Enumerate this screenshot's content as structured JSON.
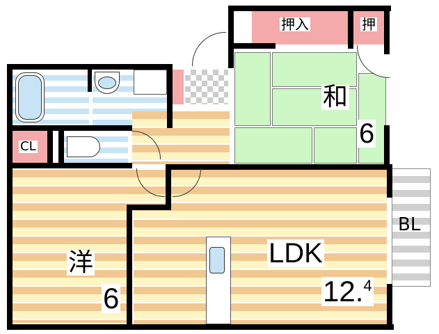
{
  "floorplan": {
    "rooms": {
      "washitsu": {
        "name": "和",
        "size": "6"
      },
      "yoshitsu": {
        "name": "洋",
        "size": "6"
      },
      "ldk": {
        "name": "LDK",
        "size": "12.",
        "size_decimal": "4"
      },
      "balcony": {
        "name": "BL"
      },
      "closet": {
        "name": "CL"
      },
      "oshiire_large": {
        "name": "押入"
      },
      "oshiire_small": {
        "name": "押"
      }
    },
    "colors": {
      "wall": "#000000",
      "wood_dark": "#f2c892",
      "wood_light": "#fdf5c4",
      "water": "#c6e4f5",
      "tatami": "#cdf7c4",
      "storage": "#f4aaaa",
      "balcony": "#d0d0d0"
    }
  }
}
